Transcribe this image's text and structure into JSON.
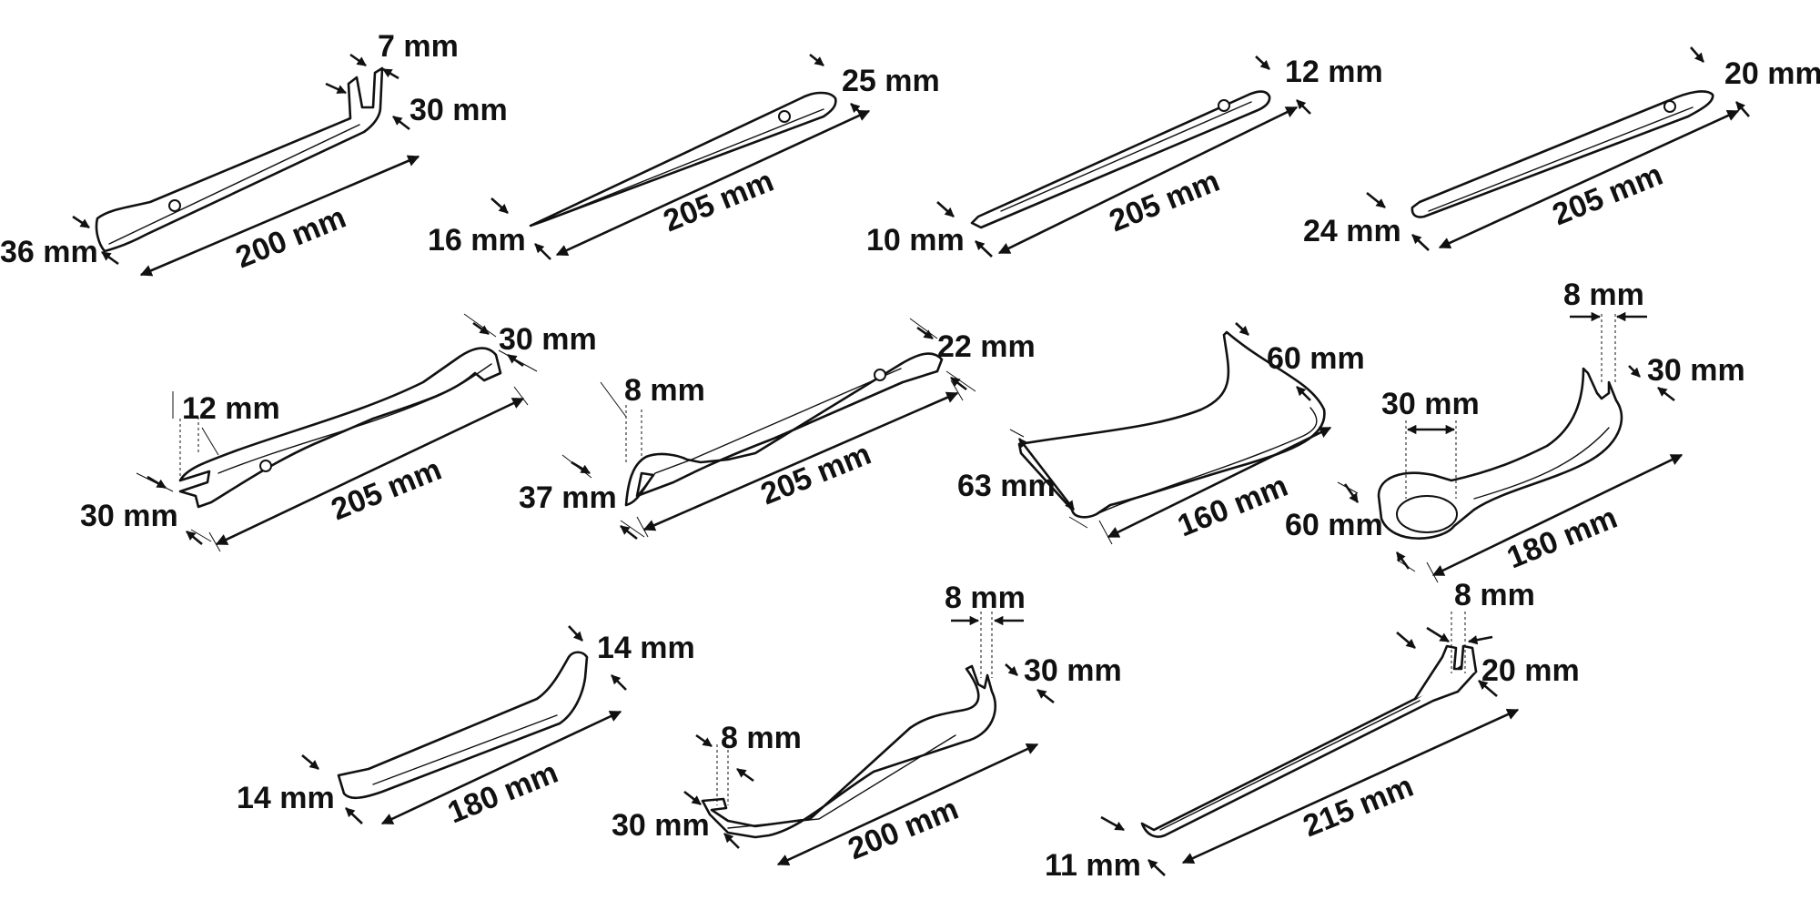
{
  "figure": {
    "tools": [
      {
        "dims": [
          "7 mm",
          "30 mm",
          "36 mm",
          "200 mm"
        ]
      },
      {
        "dims": [
          "25 mm",
          "16 mm",
          "205 mm"
        ]
      },
      {
        "dims": [
          "12 mm",
          "10 mm",
          "205 mm"
        ]
      },
      {
        "dims": [
          "20 mm",
          "24 mm",
          "205 mm"
        ]
      },
      {
        "dims": [
          "30 mm",
          "12 mm",
          "30 mm",
          "205 mm"
        ]
      },
      {
        "dims": [
          "22 mm",
          "8 mm",
          "37 mm",
          "205 mm"
        ]
      },
      {
        "dims": [
          "60 mm",
          "63 mm",
          "160 mm"
        ]
      },
      {
        "dims": [
          "8 mm",
          "30 mm",
          "30 mm",
          "60 mm",
          "180 mm"
        ]
      },
      {
        "dims": [
          "14 mm",
          "14 mm",
          "180 mm"
        ]
      },
      {
        "dims": [
          "8 mm",
          "30 mm",
          "8 mm",
          "30 mm",
          "200 mm"
        ]
      },
      {
        "dims": [
          "8 mm",
          "20 mm",
          "11 mm",
          "215 mm"
        ]
      }
    ]
  }
}
